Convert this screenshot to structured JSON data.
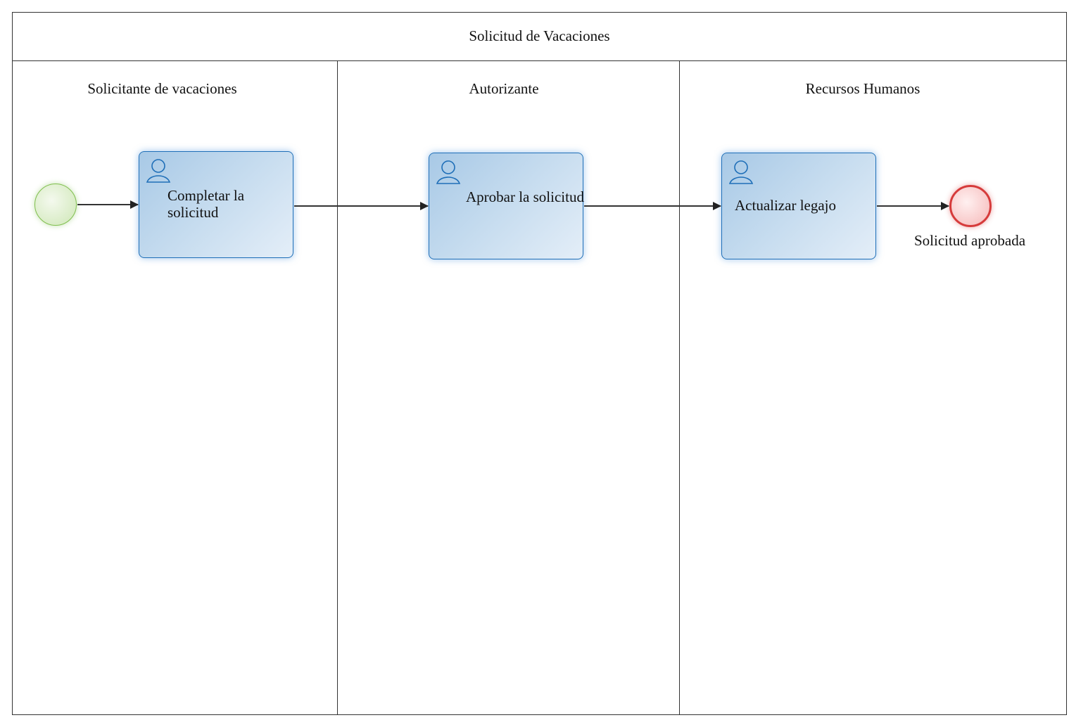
{
  "pool": {
    "title": "Solicitud de Vacaciones"
  },
  "lanes": [
    {
      "title": "Solicitante de vacaciones"
    },
    {
      "title": "Autorizante"
    },
    {
      "title": "Recursos Humanos"
    }
  ],
  "tasks": [
    {
      "label": "Completar la solicitud",
      "icon": "user-icon"
    },
    {
      "label": "Aprobar la solicitud",
      "icon": "user-icon"
    },
    {
      "label": "Actualizar legajo",
      "icon": "user-icon"
    }
  ],
  "events": {
    "start": {
      "type": "start-event"
    },
    "end": {
      "type": "end-event",
      "label": "Solicitud aprobada"
    }
  },
  "colors": {
    "task_border": "#1f6fb8",
    "start_border": "#7fbf4d",
    "end_border": "#d63b3b",
    "line": "#333333"
  }
}
